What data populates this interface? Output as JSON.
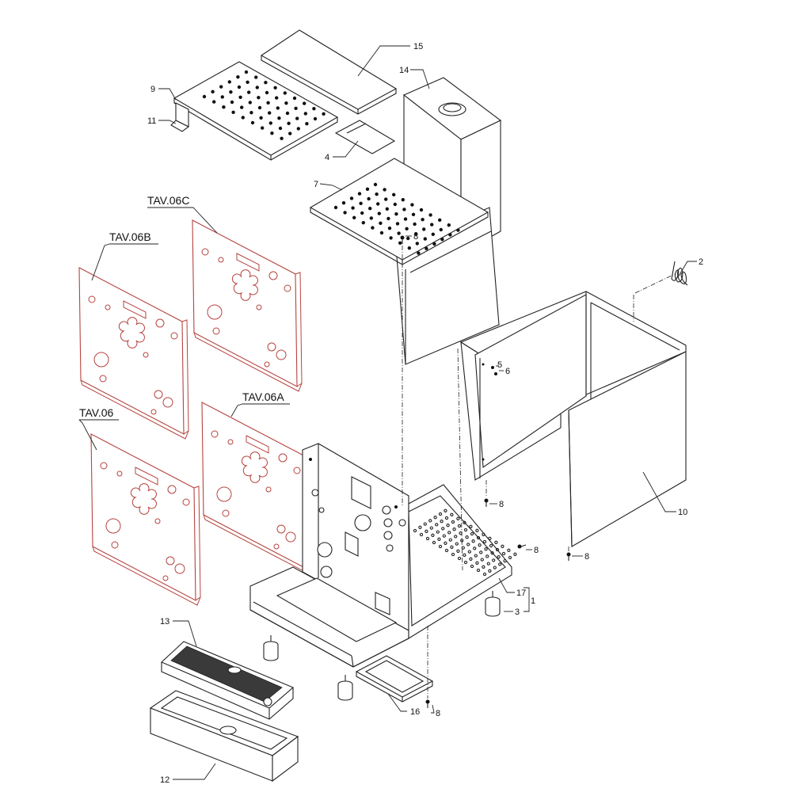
{
  "labels": {
    "p1": "1",
    "p2": "2",
    "p3": "3",
    "p4": "4",
    "p5": "5",
    "p6": "6",
    "p7": "7",
    "p8": "8",
    "p9": "9",
    "p10": "10",
    "p11": "11",
    "p12": "12",
    "p13": "13",
    "p14": "14",
    "p15": "15",
    "p16": "16",
    "p17": "17"
  },
  "panels": {
    "tav06": "TAV.06",
    "tav06a": "TAV.06A",
    "tav06b": "TAV.06B",
    "tav06c": "TAV.06C"
  },
  "colors": {
    "line": "#222222",
    "variant_panel": "#b5443f",
    "background": "#ffffff"
  }
}
